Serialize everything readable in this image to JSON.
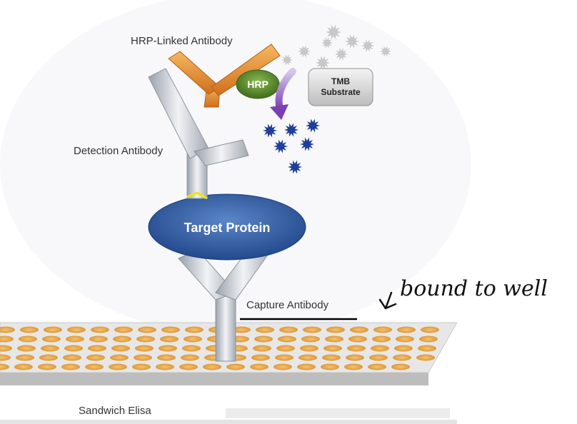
{
  "labels": {
    "hrp_linked_antibody": "HRP-Linked Antibody",
    "hrp": "HRP",
    "tmb_line1": "TMB",
    "tmb_line2": "Substrate",
    "detection_antibody": "Detection Antibody",
    "target_protein": "Target Protein",
    "capture_antibody": "Capture Antibody",
    "sandwich_elisa": "Sandwich Elisa"
  },
  "annotation": {
    "handwritten_note": "bound to well"
  },
  "colors": {
    "antibody_grey": "#c9ced6",
    "hrp_antibody_orange": "#e8902c",
    "hrp_green": "#5b8a2e",
    "target_blue": "#2f5ea8",
    "product_blue": "#1f3f9a",
    "well_orange": "#e8a948",
    "plate_grey": "#d3d3d3",
    "binding_yellow": "#f2e600"
  }
}
